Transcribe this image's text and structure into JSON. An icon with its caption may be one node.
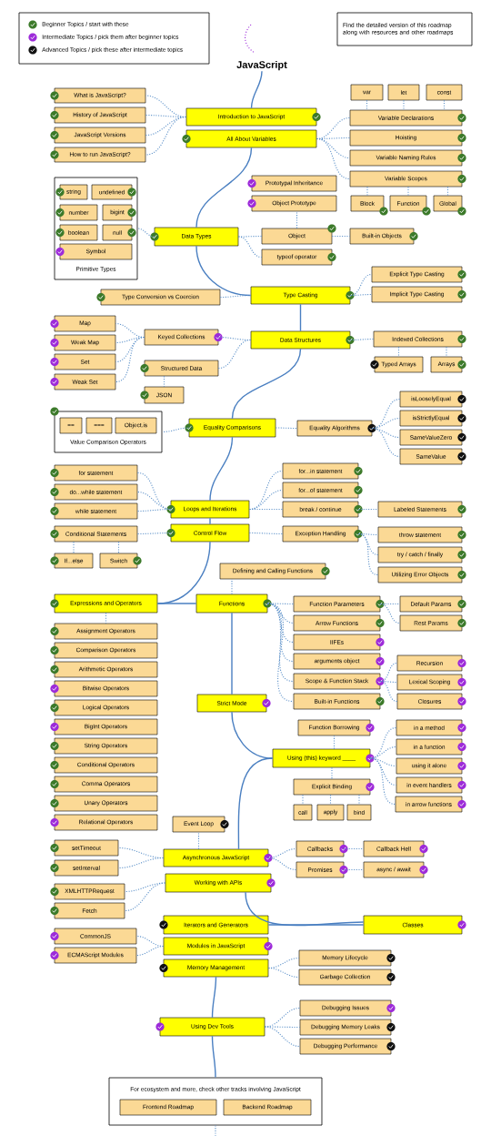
{
  "diagram": {
    "nodes": [
      {
        "text": [
          "Find the detailed version of this roadmap along with resources and other roadmaps"
        ]
      },
      {
        "text": [
          "JavaScript"
        ]
      },
      {
        "text": [
          "What is JavaScript?"
        ]
      },
      {
        "text": [
          "History of JavaScript"
        ]
      },
      {
        "text": [
          "JavaScript Versions"
        ]
      },
      {
        "text": [
          "How to run JavaScript?"
        ]
      },
      {
        "text": [
          "Introduction to JavaScript"
        ]
      },
      {
        "text": [
          "All About Variables"
        ]
      },
      {
        "text": [
          "var"
        ]
      },
      {
        "text": [
          "let"
        ]
      },
      {
        "text": [
          "const"
        ]
      },
      {
        "text": [
          "Variable Declarations"
        ]
      },
      {
        "text": [
          "Hoisting"
        ]
      },
      {
        "text": [
          "Variable Naming Rules"
        ]
      },
      {
        "text": [
          "Variable Scopes"
        ]
      },
      {
        "text": [
          "Block"
        ]
      },
      {
        "text": [
          "Function"
        ]
      },
      {
        "text": [
          "Global"
        ]
      },
      {
        "text": [
          "Primitive Types"
        ]
      },
      {
        "text": [
          "string"
        ],
        "in": 18
      },
      {
        "text": [
          "undefined"
        ],
        "in": 18
      },
      {
        "text": [
          "number"
        ],
        "in": 18
      },
      {
        "text": [
          "bigint"
        ],
        "in": 18
      },
      {
        "text": [
          "boolean"
        ],
        "in": 18
      },
      {
        "text": [
          "null"
        ],
        "in": 18
      },
      {
        "text": [
          "Symbol"
        ],
        "in": 18
      },
      {
        "text": [
          "Prototypal Inheritance"
        ]
      },
      {
        "text": [
          "Object Prototype"
        ]
      },
      {
        "text": [
          "Data Types"
        ]
      },
      {
        "text": [
          "Object"
        ]
      },
      {
        "text": [
          "typeof operator"
        ]
      },
      {
        "text": [
          "Built-in Objects"
        ]
      },
      {
        "text": [
          "Explicit Type Casting"
        ]
      },
      {
        "text": [
          "Implicit Type Casting"
        ]
      },
      {
        "text": [
          "Type Conversion vs Coercion"
        ]
      },
      {
        "text": [
          "Type Casting"
        ]
      },
      {
        "text": [
          "Map"
        ]
      },
      {
        "text": [
          "Weak Map"
        ]
      },
      {
        "text": [
          "Set"
        ]
      },
      {
        "text": [
          "Weak Set"
        ]
      },
      {
        "text": [
          "Keyed Collections"
        ]
      },
      {
        "text": [
          "Structured Data"
        ]
      },
      {
        "text": [
          "JSON"
        ]
      },
      {
        "text": [
          "Data Structures"
        ]
      },
      {
        "text": [
          "Indexed Collections"
        ]
      },
      {
        "text": [
          "Typed Arrays"
        ]
      },
      {
        "text": [
          "Arrays"
        ]
      },
      {
        "text": [
          "Value Comparison Operators"
        ]
      },
      {
        "text": [
          "=="
        ],
        "in": 47
      },
      {
        "text": [
          "==="
        ],
        "in": 47
      },
      {
        "text": [
          "Object.is"
        ],
        "in": 47
      },
      {
        "text": [
          "Equality Comparisons"
        ]
      },
      {
        "text": [
          "Equality Algorithms"
        ]
      },
      {
        "text": [
          "isLooselyEqual"
        ]
      },
      {
        "text": [
          "isStrictlyEqual"
        ]
      },
      {
        "text": [
          "SameValueZero"
        ]
      },
      {
        "text": [
          "SameValue"
        ]
      },
      {
        "text": [
          "for statement"
        ]
      },
      {
        "text": [
          "do...while statement"
        ]
      },
      {
        "text": [
          "while statement"
        ]
      },
      {
        "text": [
          "Loops and Iterations"
        ]
      },
      {
        "text": [
          "for...in statement"
        ]
      },
      {
        "text": [
          "for...of statement"
        ]
      },
      {
        "text": [
          "break / continue"
        ]
      },
      {
        "text": [
          "Labeled Statements"
        ]
      },
      {
        "text": [
          "Conditional Statements"
        ]
      },
      {
        "text": [
          "Control Flow"
        ]
      },
      {
        "text": [
          "Exception Handling"
        ]
      },
      {
        "text": [
          "throw statement"
        ]
      },
      {
        "text": [
          "If...else"
        ]
      },
      {
        "text": [
          "Switch"
        ]
      },
      {
        "text": [
          "try / catch / finally"
        ]
      },
      {
        "text": [
          "Utilizing Error Objects"
        ]
      },
      {
        "text": [
          "Defining and Calling Functions"
        ]
      },
      {
        "text": [
          "Expressions and Operators"
        ]
      },
      {
        "text": [
          "Functions"
        ]
      },
      {
        "text": [
          "Function Parameters"
        ]
      },
      {
        "text": [
          "Default Params"
        ]
      },
      {
        "text": [
          "Arrow Functions"
        ]
      },
      {
        "text": [
          "Rest Params"
        ]
      },
      {
        "text": [
          "IIFEs"
        ]
      },
      {
        "text": [
          "arguments object"
        ]
      },
      {
        "text": [
          "Recursion"
        ]
      },
      {
        "text": [
          "Scope & Function Stack"
        ]
      },
      {
        "text": [
          "Lexical Scoping"
        ]
      },
      {
        "text": [
          "Built-in Functions"
        ]
      },
      {
        "text": [
          "Closures"
        ]
      },
      {
        "text": [
          "Strict Mode"
        ]
      },
      {
        "text": [
          "Assignment Operators"
        ]
      },
      {
        "text": [
          "Comparison Operators"
        ]
      },
      {
        "text": [
          "Arithmetic Operators"
        ]
      },
      {
        "text": [
          "Bitwise Operators"
        ]
      },
      {
        "text": [
          "Logical Operators"
        ]
      },
      {
        "text": [
          "BigInt Operators"
        ]
      },
      {
        "text": [
          "String Operators"
        ]
      },
      {
        "text": [
          "Conditional Operators"
        ]
      },
      {
        "text": [
          "Comma Operators"
        ]
      },
      {
        "text": [
          "Unary Operators"
        ]
      },
      {
        "text": [
          "Relational Operators"
        ]
      },
      {
        "text": [
          "Function Borrowing"
        ]
      },
      {
        "text": [
          "in a method"
        ]
      },
      {
        "text": [
          "in a function"
        ]
      },
      {
        "text": [
          "Using (this) keyword ____"
        ]
      },
      {
        "text": [
          "using it alone"
        ]
      },
      {
        "text": [
          "Explicit Binding"
        ]
      },
      {
        "text": [
          "in event handlers"
        ]
      },
      {
        "text": [
          "in arrow functions"
        ]
      },
      {
        "text": [
          "call"
        ]
      },
      {
        "text": [
          "apply"
        ]
      },
      {
        "text": [
          "bind"
        ]
      },
      {
        "text": [
          "Event Loop"
        ]
      },
      {
        "text": [
          "setTimeout"
        ]
      },
      {
        "text": [
          "Asynchronous JavaScript"
        ]
      },
      {
        "text": [
          "Callbacks"
        ]
      },
      {
        "text": [
          "Callback Hell"
        ]
      },
      {
        "text": [
          "setInterval"
        ]
      },
      {
        "text": [
          "Promises"
        ]
      },
      {
        "text": [
          "async / await"
        ]
      },
      {
        "text": [
          "Working with APIs"
        ]
      },
      {
        "text": [
          "XMLHTTPRequest"
        ]
      },
      {
        "text": [
          "Fetch"
        ]
      },
      {
        "text": [
          "Iterators and Generators"
        ]
      },
      {
        "text": [
          "Classes"
        ]
      },
      {
        "text": [
          "CommonJS"
        ]
      },
      {
        "text": [
          "Modules in JavaScript"
        ]
      },
      {
        "text": [
          "ECMAScript Modules"
        ]
      },
      {
        "text": [
          "Memory Management"
        ]
      },
      {
        "text": [
          "Memory Lifecycle"
        ]
      },
      {
        "text": [
          "Garbage Collection"
        ]
      },
      {
        "text": [
          "Debugging Issues"
        ]
      },
      {
        "text": [
          "Using Dev Tools"
        ]
      },
      {
        "text": [
          "Debugging Memory Leaks"
        ]
      },
      {
        "text": [
          "Debugging Performance"
        ]
      },
      {
        "text": [
          "For ecosystem and more, check other tracks involving JavaScript"
        ]
      },
      {
        "text": [
          "Frontend Roadmap"
        ],
        "in": 133
      },
      {
        "text": [
          "Backend Roadmap"
        ],
        "in": 133
      }
    ],
    "edges": [
      {
        "from": 1,
        "to": 6,
        "arrow": "none"
      },
      {
        "from": 7,
        "to": 28,
        "arrow": "none"
      },
      {
        "from": 28,
        "to": 35,
        "arrow": "none"
      },
      {
        "from": 35,
        "to": 43,
        "arrow": "none"
      },
      {
        "from": 43,
        "to": 51,
        "arrow": "none"
      },
      {
        "from": 51,
        "to": 60,
        "arrow": "none"
      },
      {
        "from": 60,
        "to": 66,
        "arrow": "none"
      },
      {
        "from": 66,
        "to": 74,
        "arrow": "none"
      },
      {
        "from": 74,
        "to": 75,
        "arrow": "none"
      },
      {
        "from": 75,
        "to": 87,
        "arrow": "none"
      },
      {
        "from": 87,
        "to": 102,
        "arrow": "none"
      },
      {
        "from": 102,
        "to": 112,
        "arrow": "none"
      },
      {
        "from": 118,
        "to": 122,
        "arrow": "none"
      },
      {
        "from": 121,
        "to": 122,
        "arrow": "none"
      },
      {
        "from": 126,
        "to": 130,
        "arrow": "none"
      },
      {
        "from": 130,
        "to": 133,
        "arrow": "none"
      },
      {
        "from": 6,
        "to": 2,
        "arrow": "none",
        "style": "dashed"
      },
      {
        "from": 6,
        "to": 3,
        "arrow": "none",
        "style": "dashed"
      },
      {
        "from": 6,
        "to": 4,
        "arrow": "none",
        "style": "dashed"
      },
      {
        "from": 6,
        "to": 5,
        "arrow": "none",
        "style": "dashed"
      },
      {
        "from": 7,
        "to": 11,
        "arrow": "none",
        "style": "dashed"
      },
      {
        "from": 7,
        "to": 12,
        "arrow": "none",
        "style": "dashed"
      },
      {
        "from": 7,
        "to": 13,
        "arrow": "none",
        "style": "dashed"
      },
      {
        "from": 7,
        "to": 14,
        "arrow": "none",
        "style": "dashed"
      },
      {
        "from": 8,
        "to": 11,
        "arrow": "none",
        "style": "dashed"
      },
      {
        "from": 9,
        "to": 11,
        "arrow": "none",
        "style": "dashed"
      },
      {
        "from": 10,
        "to": 11,
        "arrow": "none",
        "style": "dashed"
      },
      {
        "from": 14,
        "to": 15,
        "arrow": "none",
        "style": "dashed"
      },
      {
        "from": 14,
        "to": 16,
        "arrow": "none",
        "style": "dashed"
      },
      {
        "from": 14,
        "to": 17,
        "arrow": "none",
        "style": "dashed"
      },
      {
        "from": 28,
        "to": 18,
        "arrow": "none",
        "style": "dashed"
      },
      {
        "from": 28,
        "to": 29,
        "arrow": "none",
        "style": "dashed"
      },
      {
        "from": 28,
        "to": 30,
        "arrow": "none",
        "style": "dashed"
      },
      {
        "from": 29,
        "to": 27,
        "arrow": "none",
        "style": "dashed"
      },
      {
        "from": 29,
        "to": 31,
        "arrow": "none",
        "style": "dashed"
      },
      {
        "from": 35,
        "to": 34,
        "arrow": "none",
        "style": "dashed"
      },
      {
        "from": 35,
        "to": 32,
        "arrow": "none",
        "style": "dashed"
      },
      {
        "from": 35,
        "to": 33,
        "arrow": "none",
        "style": "dashed"
      },
      {
        "from": 43,
        "to": 40,
        "arrow": "none",
        "style": "dashed"
      },
      {
        "from": 43,
        "to": 41,
        "arrow": "none",
        "style": "dashed"
      },
      {
        "from": 43,
        "to": 44,
        "arrow": "none",
        "style": "dashed"
      },
      {
        "from": 40,
        "to": 36,
        "arrow": "none",
        "style": "dashed"
      },
      {
        "from": 40,
        "to": 37,
        "arrow": "none",
        "style": "dashed"
      },
      {
        "from": 40,
        "to": 38,
        "arrow": "none",
        "style": "dashed"
      },
      {
        "from": 40,
        "to": 39,
        "arrow": "none",
        "style": "dashed"
      },
      {
        "from": 41,
        "to": 42,
        "arrow": "none",
        "style": "dashed"
      },
      {
        "from": 44,
        "to": 45,
        "arrow": "none",
        "style": "dashed"
      },
      {
        "from": 44,
        "to": 46,
        "arrow": "none",
        "style": "dashed"
      },
      {
        "from": 51,
        "to": 47,
        "arrow": "none",
        "style": "dashed"
      },
      {
        "from": 51,
        "to": 52,
        "arrow": "none",
        "style": "dashed"
      },
      {
        "from": 52,
        "to": 53,
        "arrow": "none",
        "style": "dashed"
      },
      {
        "from": 52,
        "to": 54,
        "arrow": "none",
        "style": "dashed"
      },
      {
        "from": 52,
        "to": 55,
        "arrow": "none",
        "style": "dashed"
      },
      {
        "from": 52,
        "to": 56,
        "arrow": "none",
        "style": "dashed"
      },
      {
        "from": 60,
        "to": 57,
        "arrow": "none",
        "style": "dashed"
      },
      {
        "from": 60,
        "to": 58,
        "arrow": "none",
        "style": "dashed"
      },
      {
        "from": 60,
        "to": 59,
        "arrow": "none",
        "style": "dashed"
      },
      {
        "from": 60,
        "to": 61,
        "arrow": "none",
        "style": "dashed"
      },
      {
        "from": 60,
        "to": 62,
        "arrow": "none",
        "style": "dashed"
      },
      {
        "from": 60,
        "to": 63,
        "arrow": "none",
        "style": "dashed"
      },
      {
        "from": 63,
        "to": 64,
        "arrow": "none",
        "style": "dashed"
      },
      {
        "from": 66,
        "to": 65,
        "arrow": "none",
        "style": "dashed"
      },
      {
        "from": 66,
        "to": 67,
        "arrow": "none",
        "style": "dashed"
      },
      {
        "from": 65,
        "to": 69,
        "arrow": "none",
        "style": "dashed"
      },
      {
        "from": 65,
        "to": 70,
        "arrow": "none",
        "style": "dashed"
      },
      {
        "from": 67,
        "to": 68,
        "arrow": "none",
        "style": "dashed"
      },
      {
        "from": 67,
        "to": 71,
        "arrow": "none",
        "style": "dashed"
      },
      {
        "from": 67,
        "to": 72,
        "arrow": "none",
        "style": "dashed"
      },
      {
        "from": 75,
        "to": 73,
        "arrow": "none",
        "style": "dashed"
      },
      {
        "from": 75,
        "to": 76,
        "arrow": "none",
        "style": "dashed"
      },
      {
        "from": 75,
        "to": 78,
        "arrow": "none",
        "style": "dashed"
      },
      {
        "from": 75,
        "to": 80,
        "arrow": "none",
        "style": "dashed"
      },
      {
        "from": 75,
        "to": 81,
        "arrow": "none",
        "style": "dashed"
      },
      {
        "from": 75,
        "to": 83,
        "arrow": "none",
        "style": "dashed"
      },
      {
        "from": 75,
        "to": 85,
        "arrow": "none",
        "style": "dashed"
      },
      {
        "from": 76,
        "to": 77,
        "arrow": "none",
        "style": "dashed"
      },
      {
        "from": 76,
        "to": 79,
        "arrow": "none",
        "style": "dashed"
      },
      {
        "from": 83,
        "to": 82,
        "arrow": "none",
        "style": "dashed"
      },
      {
        "from": 83,
        "to": 84,
        "arrow": "none",
        "style": "dashed"
      },
      {
        "from": 83,
        "to": 86,
        "arrow": "none",
        "style": "dashed"
      },
      {
        "from": 74,
        "to": 88,
        "arrow": "none",
        "style": "dashed"
      },
      {
        "from": 102,
        "to": 99,
        "arrow": "none",
        "style": "dashed"
      },
      {
        "from": 102,
        "to": 100,
        "arrow": "none",
        "style": "dashed"
      },
      {
        "from": 102,
        "to": 101,
        "arrow": "none",
        "style": "dashed"
      },
      {
        "from": 102,
        "to": 103,
        "arrow": "none",
        "style": "dashed"
      },
      {
        "from": 102,
        "to": 105,
        "arrow": "none",
        "style": "dashed"
      },
      {
        "from": 102,
        "to": 106,
        "arrow": "none",
        "style": "dashed"
      },
      {
        "from": 102,
        "to": 104,
        "arrow": "none",
        "style": "dashed"
      },
      {
        "from": 104,
        "to": 107,
        "arrow": "none",
        "style": "dashed"
      },
      {
        "from": 104,
        "to": 108,
        "arrow": "none",
        "style": "dashed"
      },
      {
        "from": 104,
        "to": 109,
        "arrow": "none",
        "style": "dashed"
      },
      {
        "from": 112,
        "to": 110,
        "arrow": "none",
        "style": "dashed"
      },
      {
        "from": 112,
        "to": 111,
        "arrow": "none",
        "style": "dashed"
      },
      {
        "from": 112,
        "to": 115,
        "arrow": "none",
        "style": "dashed"
      },
      {
        "from": 112,
        "to": 113,
        "arrow": "none",
        "style": "dashed"
      },
      {
        "from": 112,
        "to": 116,
        "arrow": "none",
        "style": "dashed"
      },
      {
        "from": 113,
        "to": 114,
        "arrow": "none",
        "style": "dashed"
      },
      {
        "from": 116,
        "to": 117,
        "arrow": "none",
        "style": "dashed"
      },
      {
        "from": 118,
        "to": 119,
        "arrow": "none",
        "style": "dashed"
      },
      {
        "from": 118,
        "to": 120,
        "arrow": "none",
        "style": "dashed"
      },
      {
        "from": 124,
        "to": 123,
        "arrow": "none",
        "style": "dashed"
      },
      {
        "from": 124,
        "to": 125,
        "arrow": "none",
        "style": "dashed"
      },
      {
        "from": 126,
        "to": 127,
        "arrow": "none",
        "style": "dashed"
      },
      {
        "from": 126,
        "to": 128,
        "arrow": "none",
        "style": "dashed"
      },
      {
        "from": 130,
        "to": 129,
        "arrow": "none",
        "style": "dashed"
      },
      {
        "from": 130,
        "to": 131,
        "arrow": "none",
        "style": "dashed"
      },
      {
        "from": 130,
        "to": 132,
        "arrow": "none",
        "style": "dashed"
      },
      {
        "from": 133,
        "to": null,
        "arrow": "none",
        "style": "dashed"
      }
    ],
    "legend": [
      {
        "text": "Beginner Topics / start with these",
        "color": "#3c7a2a"
      },
      {
        "text": "Intermediate Topics / pick them after beginner topics",
        "color": "#9d2bd9"
      },
      {
        "text": "Advanced Topics / pick these after intermediate topics",
        "color": "#111111"
      }
    ]
  }
}
